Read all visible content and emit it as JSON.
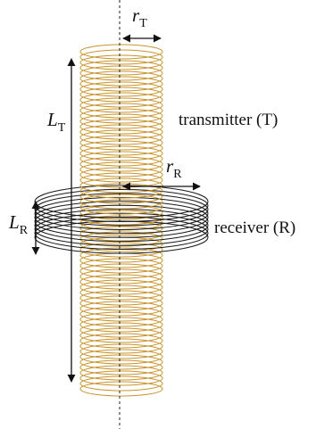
{
  "labels": {
    "L_T_main": "L",
    "L_T_sub": "T",
    "L_R_main": "L",
    "L_R_sub": "R",
    "r_T_main": "r",
    "r_T_sub": "T",
    "r_R_main": "r",
    "r_R_sub": "R",
    "transmitter": "transmitter (T)",
    "receiver": "receiver (R)"
  },
  "colors": {
    "transmitter_coil": "#C8952E",
    "receiver_coil": "#1a1a1a",
    "axis": "#222222",
    "arrow": "#111111"
  }
}
